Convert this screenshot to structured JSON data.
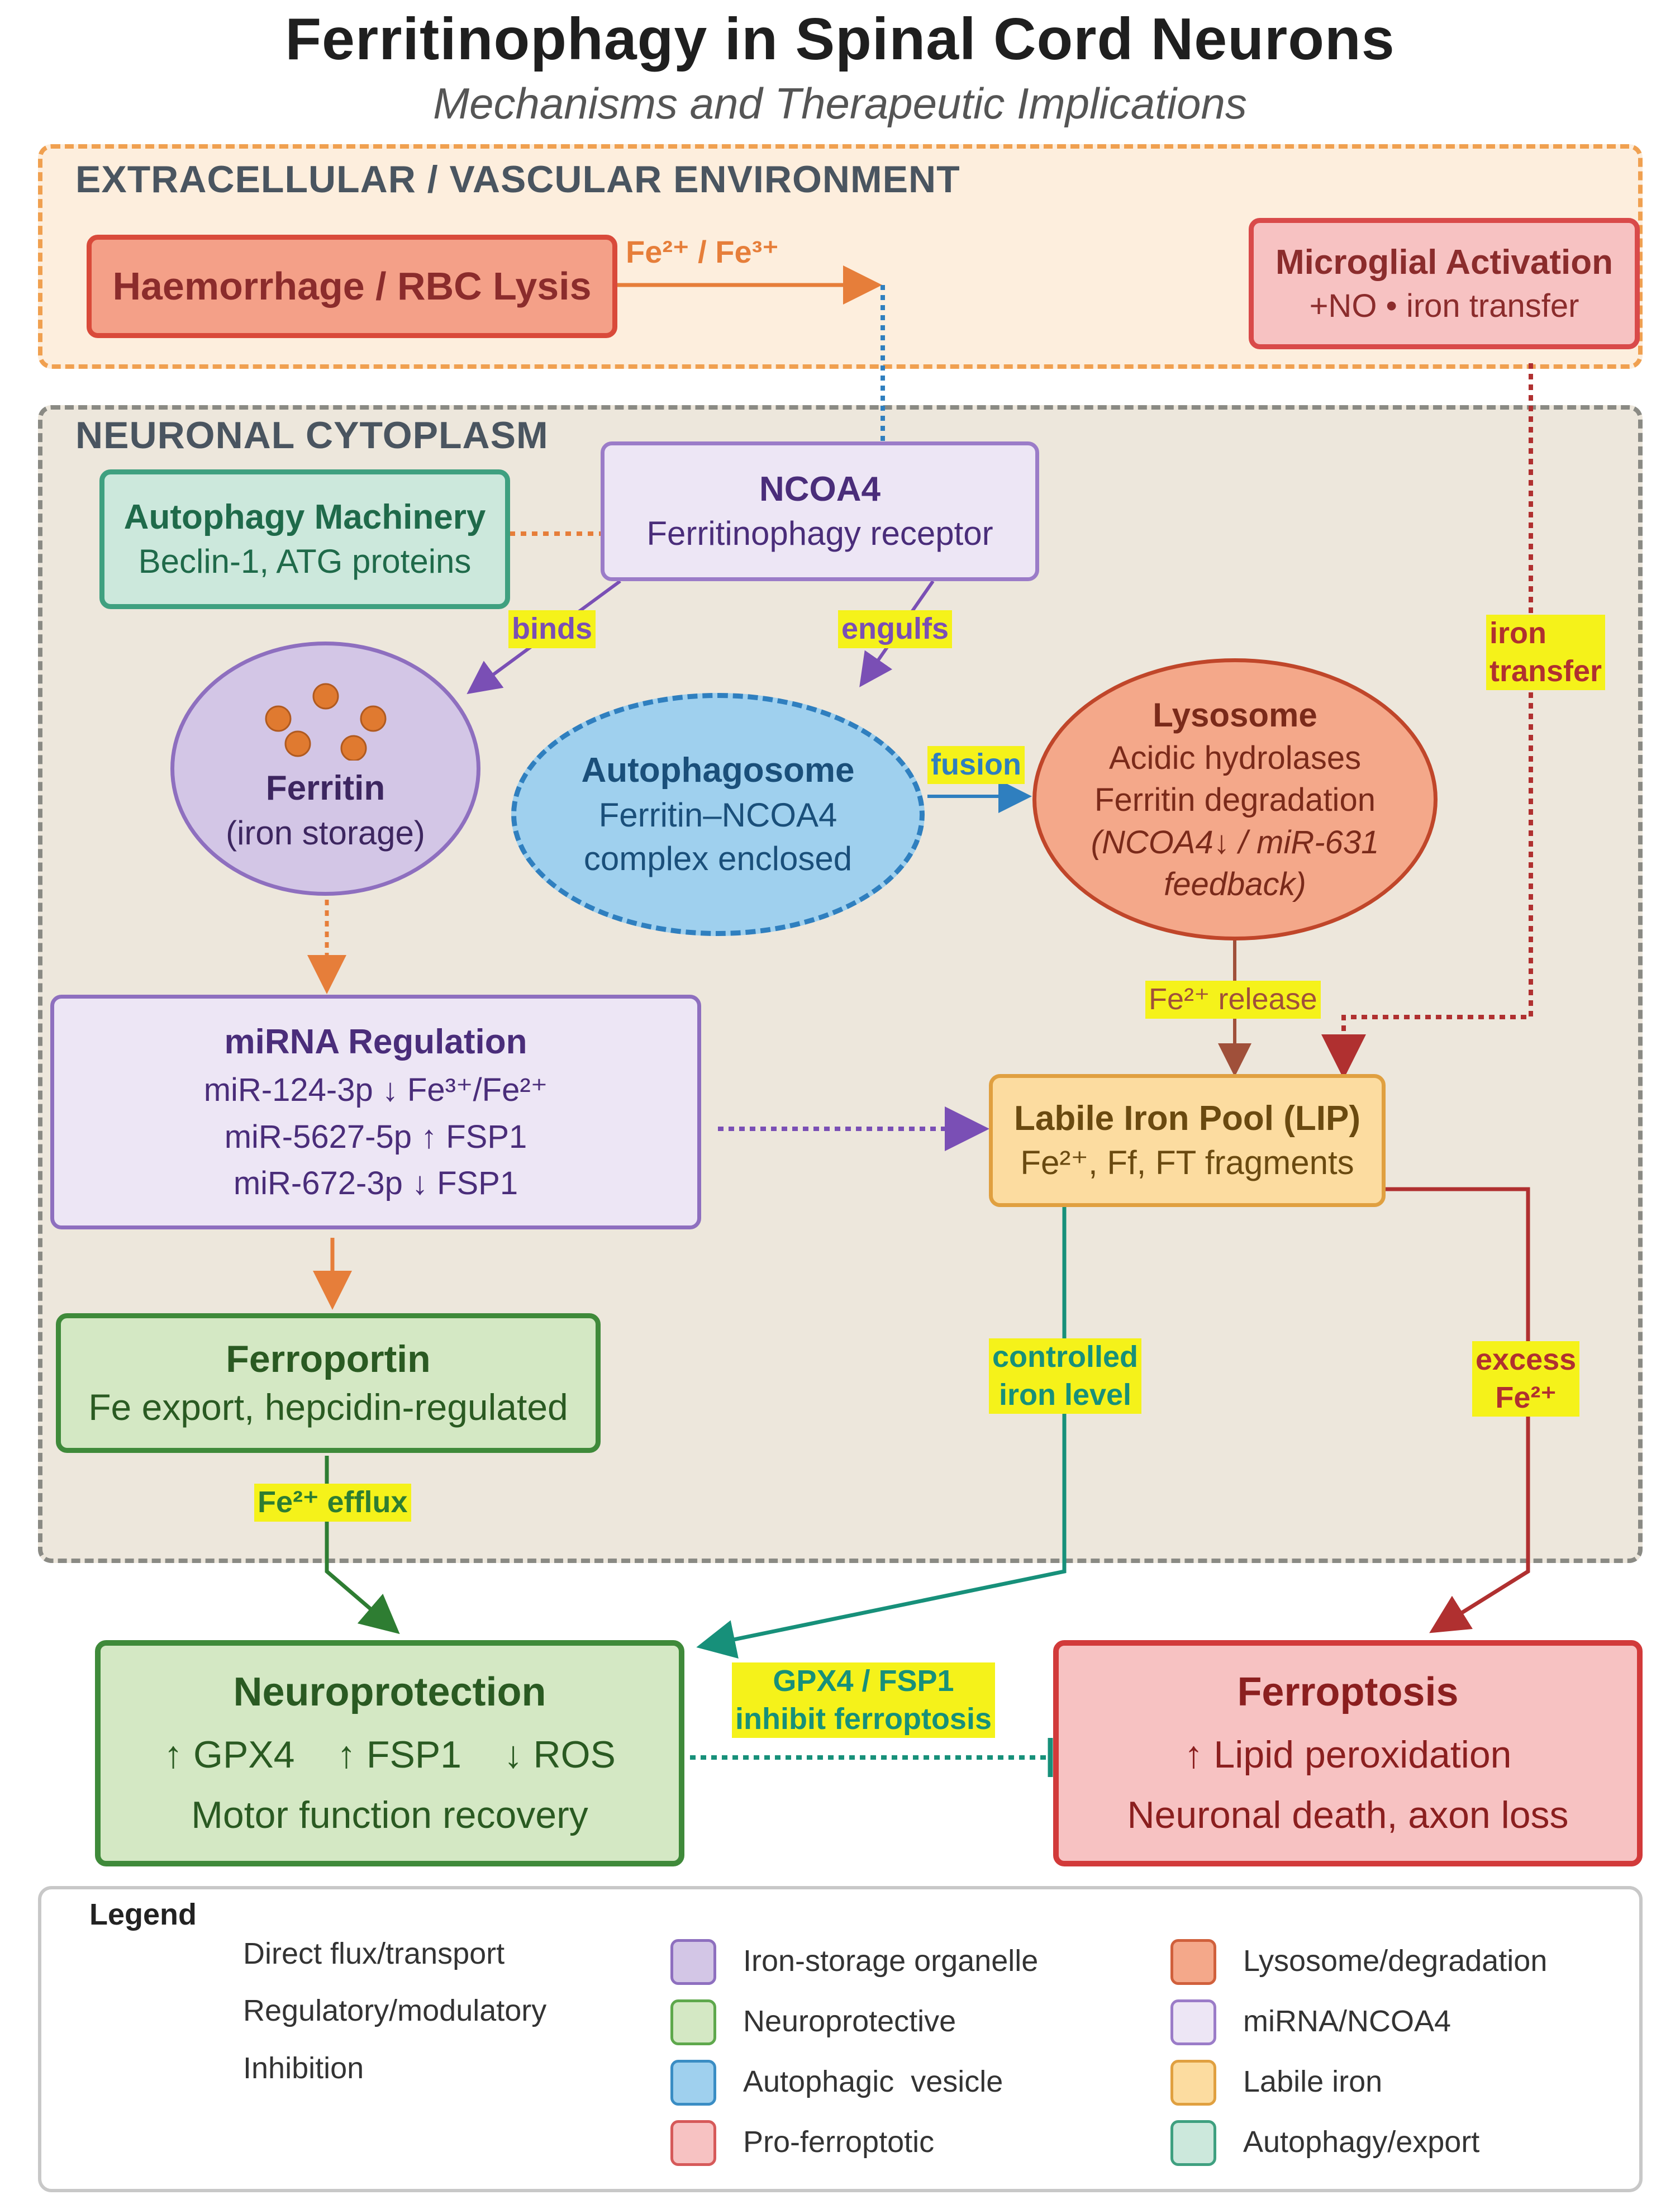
{
  "header": {
    "title": "Ferritinophagy in Spinal Cord Neurons",
    "subtitle": "Mechanisms and Therapeutic Implications"
  },
  "regions": {
    "extracellular": "EXTRACELLULAR / VASCULAR ENVIRONMENT",
    "cytoplasm": "NEURONAL CYTOPLASM"
  },
  "nodes": {
    "haemorrhage": {
      "title": "Haemorrhage / RBC Lysis"
    },
    "microglia": {
      "title": "Microglial Activation",
      "line1": "+NO  •  iron transfer"
    },
    "ncoa4": {
      "title": "NCOA4",
      "line1": "Ferritinophagy receptor"
    },
    "autophagy": {
      "title": "Autophagy Machinery",
      "line1": "Beclin-1, ATG proteins"
    },
    "ferritin": {
      "title": "Ferritin",
      "line1": "(iron storage)"
    },
    "autophagosome": {
      "title": "Autophagosome",
      "line1": "Ferritin–NCOA4",
      "line2": "complex enclosed"
    },
    "lysosome": {
      "title": "Lysosome",
      "line1": "Acidic hydrolases",
      "line2": "Ferritin degradation",
      "line3": "(NCOA4↓ / miR-631",
      "line4": "feedback)"
    },
    "mirna": {
      "title": "miRNA Regulation",
      "line1": "miR-124-3p ↓ Fe³⁺/Fe²⁺",
      "line2": "miR-5627-5p ↑ FSP1",
      "line3": "miR-672-3p ↓ FSP1"
    },
    "lip": {
      "title": "Labile Iron Pool (LIP)",
      "line1": "Fe²⁺, Ff, FT fragments"
    },
    "ferroportin": {
      "title": "Ferroportin",
      "line1": "Fe export, hepcidin-regulated"
    },
    "neuroprotection": {
      "title": "Neuroprotection",
      "line1": "↑ GPX4    ↑ FSP1    ↓ ROS",
      "line2": "Motor function recovery"
    },
    "ferroptosis": {
      "title": "Ferroptosis",
      "line1": "↑ Lipid peroxidation",
      "line2": "Neuronal death, axon loss"
    }
  },
  "edge_labels": {
    "fe_ions": "Fe²⁺ / Fe³⁺",
    "binds": "binds",
    "engulfs": "engulfs",
    "fusion": "fusion",
    "iron_transfer_1": "iron",
    "iron_transfer_2": "transfer",
    "fe_release": "Fe²⁺ release",
    "controlled_1": "controlled",
    "controlled_2": "iron level",
    "excess_1": "excess",
    "excess_2": "Fe²⁺",
    "efflux": "Fe²⁺ efflux",
    "inhibit_1": "GPX4 / FSP1",
    "inhibit_2": "inhibit ferroptosis"
  },
  "legend": {
    "title": "Legend",
    "lines": [
      {
        "label": "Direct flux/transport"
      },
      {
        "label": "Regulatory/modulatory"
      },
      {
        "label": "Inhibition"
      }
    ],
    "swatches": [
      {
        "label": "Iron-storage organelle",
        "fill": "#d3c6e6",
        "border": "#8e6fbf"
      },
      {
        "label": "Neuroprotective",
        "fill": "#d4e8c4",
        "border": "#5ea84c"
      },
      {
        "label": "Autophagic  vesicle",
        "fill": "#9fd0ee",
        "border": "#3a8dc4"
      },
      {
        "label": "Pro-ferroptotic",
        "fill": "#f7c2c2",
        "border": "#d65a5a"
      },
      {
        "label": "Lysosome/degradation",
        "fill": "#f4a88a",
        "border": "#d0603c"
      },
      {
        "label": "miRNA/NCOA4",
        "fill": "#ede6f5",
        "border": "#9b7cc8"
      },
      {
        "label": "Labile iron",
        "fill": "#fcdca0",
        "border": "#e0a040"
      },
      {
        "label": "Autophagy/export",
        "fill": "#cce8dc",
        "border": "#3fa080"
      }
    ]
  },
  "colors": {
    "orange": "#e67e3a",
    "purple": "#7a4fb5",
    "blue": "#2f7fbf",
    "brown": "#a0503a",
    "darkred": "#b03030",
    "green": "#2e7d32",
    "teal": "#17907a",
    "highlight": "#f5f21a"
  }
}
